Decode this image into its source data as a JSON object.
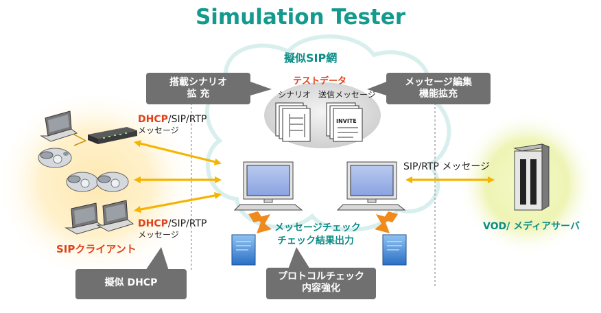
{
  "title": "Simulation Tester",
  "network_label": "擬似SIP網",
  "test_data": {
    "label": "テストデータ",
    "scenario": "シナリオ",
    "sent_messages": "送信メッセージ",
    "invite": "INVITE"
  },
  "callouts": {
    "scenario_extension": "搭載シナリオ\n拡 充",
    "message_edit": "メッセージ編集\n機能拡充",
    "dhcp": "擬似 DHCP",
    "protocol_check": "プロトコルチェック\n内容強化"
  },
  "flows": {
    "top": {
      "dhcp": "DHCP",
      "rest": "/SIP/RTP",
      "msg": "メッセージ"
    },
    "bottom": {
      "dhcp": "DHCP",
      "rest": "/SIP/RTP",
      "msg": "メッセージ"
    },
    "right": "SIP/RTP メッセージ"
  },
  "checks": {
    "message_check": "メッセージチェック",
    "result_output": "チェック結果出力"
  },
  "clients_label": "SIPクライアント",
  "server_label": "VOD/ メディアサーバ",
  "colors": {
    "title": "#149a8c",
    "teal_text": "#0c8c86",
    "red_text": "#e0401a",
    "callout_bg": "#707070",
    "arrow_yellow": "#f4b400",
    "arrow_orange": "#f08a1c"
  }
}
